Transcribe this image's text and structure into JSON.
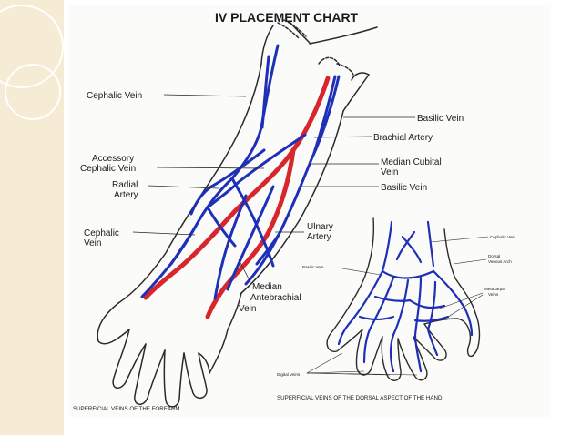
{
  "title": "IV PLACEMENT CHART",
  "forearm": {
    "labels": {
      "cephalic_vein_upper": "Cephalic Vein",
      "accessory_cephalic_line1": "Accessory",
      "accessory_cephalic_line2": "Cephalic Vein",
      "radial_line1": "Radial",
      "radial_line2": "Artery",
      "cephalic_lower_line1": "Cephalic",
      "cephalic_lower_line2": "Vein",
      "basilic_vein_upper": "Basilic Vein",
      "brachial_artery": "Brachial Artery",
      "median_cubital_line1": "Median Cubital",
      "median_cubital_line2": "Vein",
      "basilic_vein_lower": "Basilic Vein",
      "ulnary_line1": "Ulnary",
      "ulnary_line2": "Artery",
      "median_ante_line1": "Median",
      "median_ante_line2": "Antebrachial",
      "median_ante_line3": "Vein"
    },
    "caption": "SUPERFICIAL VEINS OF THE FOREARM"
  },
  "hand": {
    "labels": {
      "cephalic_vein": "Cephalic Vein",
      "dorsal_arch_line1": "Dorsal",
      "dorsal_arch_line2": "Venous Arch",
      "basilic_vein": "Basilic Vein",
      "metacarpal_line1": "Metacarpal",
      "metacarpal_line2": "Veins",
      "digital_veins": "Digital Veins"
    },
    "caption": "SUPERFICIAL VEINS OF THE DORSAL ASPECT OF THE HAND"
  },
  "colors": {
    "vein": "#1e2fb8",
    "artery": "#d8262d",
    "outline": "#2a2a2a",
    "side_panel": "#f6ecd5"
  }
}
